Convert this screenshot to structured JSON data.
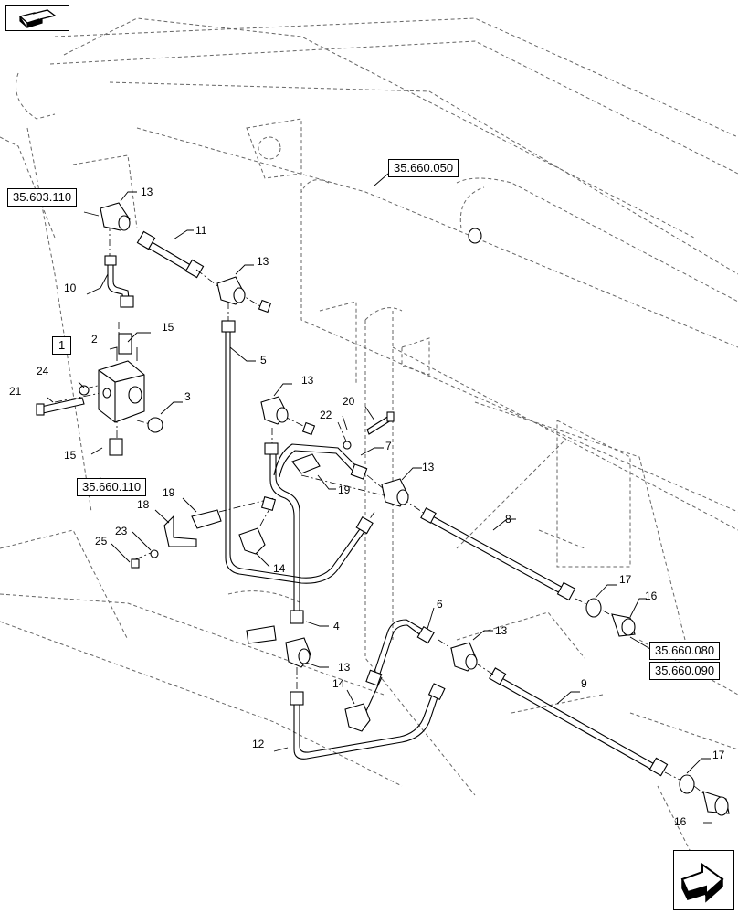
{
  "references": {
    "r_603_110": "35.603.110",
    "r_660_110": "35.660.110",
    "r_660_050": "35.660.050",
    "r_660_080": "35.660.080",
    "r_660_090": "35.660.090",
    "r_1": "1"
  },
  "callouts": {
    "c2": "2",
    "c3": "3",
    "c4": "4",
    "c5": "5",
    "c6": "6",
    "c7": "7",
    "c8": "8",
    "c9": "9",
    "c10": "10",
    "c11": "11",
    "c12": "12",
    "c13": "13",
    "c14": "14",
    "c15": "15",
    "c16": "16",
    "c17": "17",
    "c18": "18",
    "c19": "19",
    "c20": "20",
    "c21": "21",
    "c22": "22",
    "c23": "23",
    "c24": "24",
    "c25": "25"
  },
  "icons": {
    "top_left": "prev-page-arrow-icon",
    "bottom_right": "next-page-arrow-icon"
  }
}
